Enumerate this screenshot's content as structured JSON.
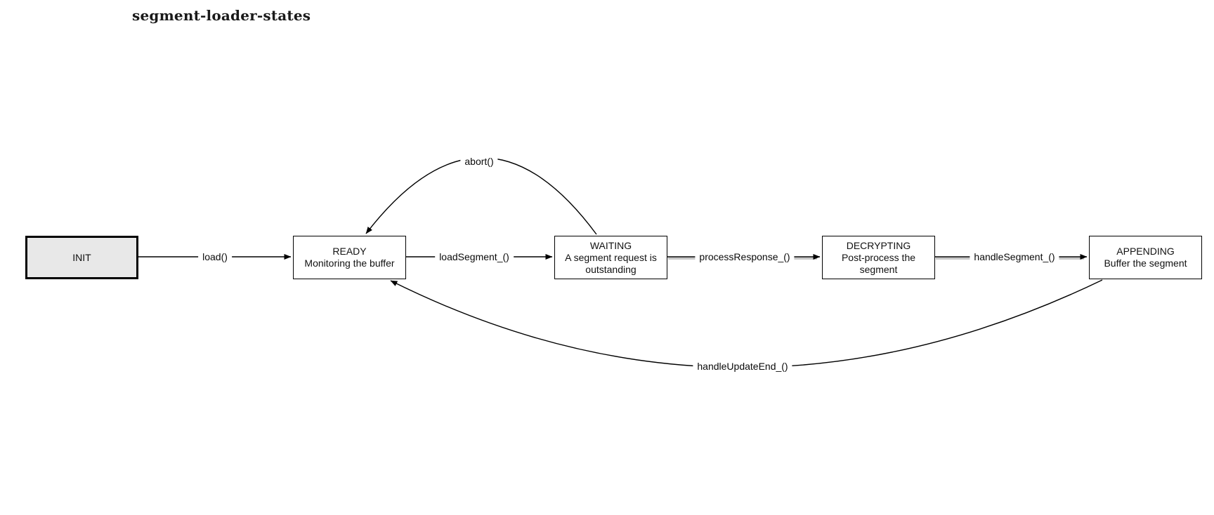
{
  "title": "segment-loader-states",
  "diagram": {
    "type": "state-machine",
    "colors": {
      "start_state_fill": "#e8e8e8",
      "state_fill": "#ffffff",
      "stroke": "#000000",
      "shadow_stroke": "#c8c8c8",
      "background": "#ffffff"
    },
    "states": [
      {
        "id": "init",
        "name": "INIT",
        "description": "",
        "is_start": true
      },
      {
        "id": "ready",
        "name": "READY",
        "description": "Monitoring the buffer",
        "is_start": false
      },
      {
        "id": "waiting",
        "name": "WAITING",
        "description": "A segment request is outstanding",
        "is_start": false
      },
      {
        "id": "decrypting",
        "name": "DECRYPTING",
        "description": "Post-process the segment",
        "is_start": false
      },
      {
        "id": "appending",
        "name": "APPENDING",
        "description": "Buffer the segment",
        "is_start": false
      }
    ],
    "transitions": [
      {
        "from": "INIT",
        "to": "READY",
        "label": "load()"
      },
      {
        "from": "READY",
        "to": "WAITING",
        "label": "loadSegment_()"
      },
      {
        "from": "WAITING",
        "to": "DECRYPTING",
        "label": "processResponse_()"
      },
      {
        "from": "DECRYPTING",
        "to": "APPENDING",
        "label": "handleSegment_()"
      },
      {
        "from": "WAITING",
        "to": "READY",
        "label": "abort()"
      },
      {
        "from": "APPENDING",
        "to": "READY",
        "label": "handleUpdateEnd_()"
      }
    ]
  }
}
